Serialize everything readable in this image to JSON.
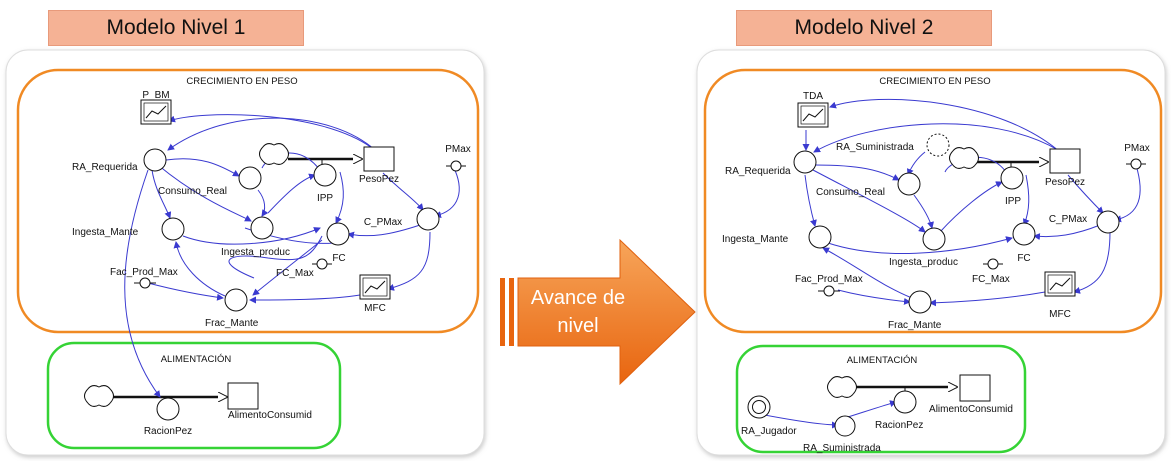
{
  "title_left": "Modelo Nivel 1",
  "title_right": "Modelo Nivel 2",
  "arrow_label_line1": "Avance de",
  "arrow_label_line2": "nivel",
  "colors": {
    "title_bg": "#f5b295",
    "growth_border": "#f08a24",
    "feed_border": "#35d335",
    "arrow": "#f07a1c",
    "link": "#3a3ad0"
  },
  "left": {
    "group_growth": "CRECIMIENTO EN PESO",
    "group_feed": "ALIMENTACIÓN",
    "graph_top": "P_BM",
    "ra_requerida": "RA_Requerida",
    "consumo_real": "Consumo_Real",
    "pesopez": "PesoPez",
    "pmax": "PMax",
    "ipp": "IPP",
    "c_pmax": "C_PMax",
    "ingesta_mante": "Ingesta_Mante",
    "ingesta_produc": "Ingesta_produc",
    "fc": "FC",
    "fc_max": "FC_Max",
    "fac_prod_max": "Fac_Prod_Max",
    "frac_mante": "Frac_Mante",
    "mfc": "MFC",
    "racionpez": "RacionPez",
    "alimento": "AlimentoConsumid"
  },
  "right": {
    "group_growth": "CRECIMIENTO EN PESO",
    "group_feed": "ALIMENTACIÓN",
    "graph_top": "TDA",
    "ra_suministrada_ghost": "RA_Suministrada",
    "ra_requerida": "RA_Requerida",
    "consumo_real": "Consumo_Real",
    "pesopez": "PesoPez",
    "pmax": "PMax",
    "ipp": "IPP",
    "c_pmax": "C_PMax",
    "ingesta_mante": "Ingesta_Mante",
    "ingesta_produc": "Ingesta_produc",
    "fc": "FC",
    "fc_max": "FC_Max",
    "fac_prod_max": "Fac_Prod_Max",
    "frac_mante": "Frac_Mante",
    "mfc": "MFC",
    "ra_jugador": "RA_Jugador",
    "racionpez": "RacionPez",
    "ra_suministrada": "RA_Suministrada",
    "alimento": "AlimentoConsumid"
  }
}
